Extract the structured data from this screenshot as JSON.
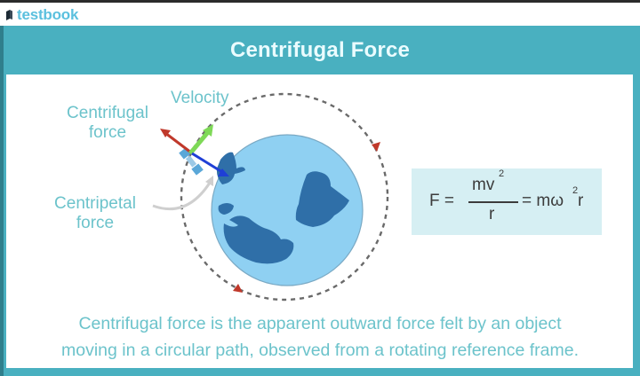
{
  "brand": {
    "name": "testbook",
    "icon": "book-icon",
    "color": "#5bc0de"
  },
  "header": {
    "title": "Centrifugal Force",
    "background": "#49b0c0"
  },
  "diagram": {
    "labels": {
      "velocity": "Velocity",
      "centrifugal_line1": "Centrifugal",
      "centrifugal_line2": "force",
      "centripetal_line1": "Centripetal",
      "centripetal_line2": "force"
    },
    "arrows": {
      "centrifugal_color": "#c0392b",
      "velocity_color": "#7ed957",
      "centripetal_color": "#1f3fd6"
    },
    "globe": {
      "ocean_color": "#8fd0f2",
      "land_color": "#2f6fa8"
    },
    "orbit": {
      "style": "dashed",
      "color": "#666666",
      "arrowhead_color": "#c0392b"
    }
  },
  "formula": {
    "lhs": "F =",
    "numerator": "mv",
    "numerator_exp": "2",
    "denominator": "r",
    "rhs_eq": "= mω",
    "rhs_exp": "2",
    "rhs_tail": "r",
    "box_color": "#d6eff3"
  },
  "caption": {
    "line1": "Centrifugal force is the apparent outward force felt by an object",
    "line2": "moving in a circular path, observed from a rotating reference frame."
  }
}
